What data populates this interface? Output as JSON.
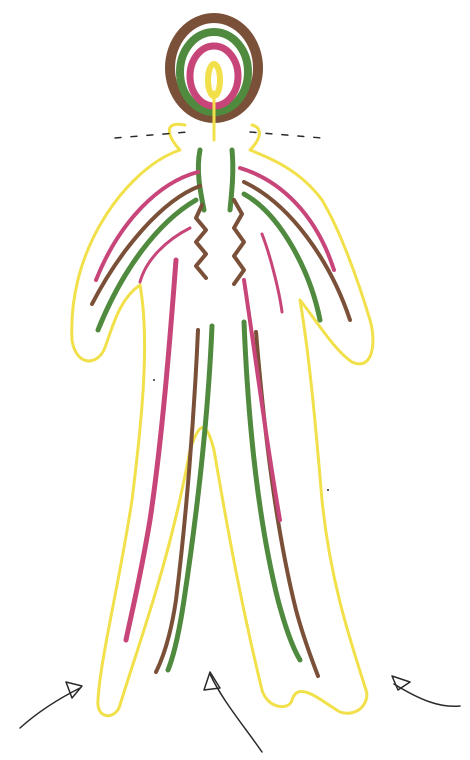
{
  "drawing": {
    "subject": "human-figure-energy-lines",
    "medium": "colored-pencil",
    "colors": {
      "outline": "#f1e04a",
      "pink": "#c8457a",
      "brown": "#7a5038",
      "green": "#4f8a3e",
      "ink": "#2a2a2a",
      "paper": "#ffffff"
    },
    "arrow_count": 3
  }
}
